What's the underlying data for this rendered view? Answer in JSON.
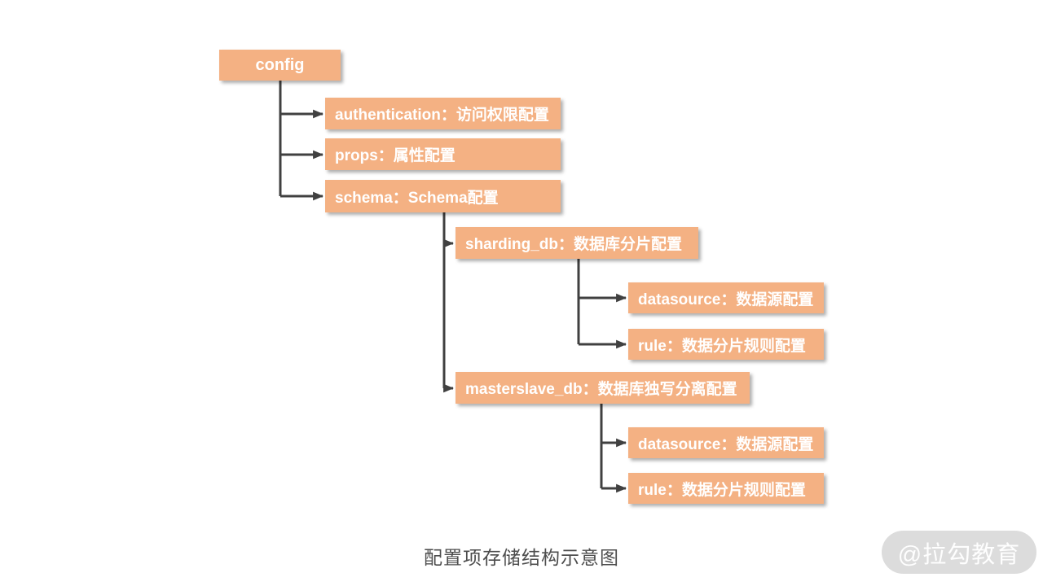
{
  "caption": "配置项存储结构示意图",
  "watermark": {
    "label": "@拉勾教育"
  },
  "colors": {
    "node_fill": "#F4B183",
    "node_text": "#FFFFFF",
    "connector": "#404040",
    "caption_text": "#4D4D4D",
    "watermark_bg": "#DCDCDC",
    "watermark_text": "#FFFFFF"
  },
  "tree": {
    "label": "config",
    "children": [
      {
        "label": "authentication：访问权限配置"
      },
      {
        "label": "props：属性配置"
      },
      {
        "label": "schema：Schema配置",
        "children": [
          {
            "label": "sharding_db：数据库分片配置",
            "children": [
              {
                "label": "datasource：数据源配置"
              },
              {
                "label": "rule：数据分片规则配置"
              }
            ]
          },
          {
            "label": "masterslave_db：数据库独写分离配置",
            "children": [
              {
                "label": "datasource：数据源配置"
              },
              {
                "label": "rule：数据分片规则配置"
              }
            ]
          }
        ]
      }
    ]
  }
}
